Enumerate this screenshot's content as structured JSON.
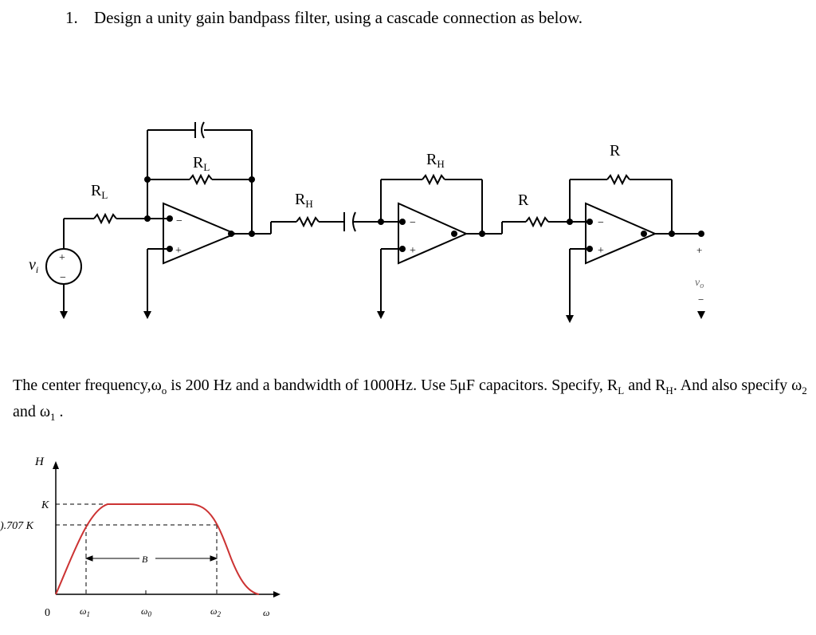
{
  "question": {
    "number": "1.",
    "text": "Design a unity gain bandpass filter, using a cascade connection as below."
  },
  "circuit": {
    "labels": {
      "rl_input": "R",
      "rl_input_sub": "L",
      "rl_feedback": "R",
      "rl_feedback_sub": "L",
      "rh_input": "R",
      "rh_input_sub": "H",
      "rh_feedback": "R",
      "rh_feedback_sub": "H",
      "r_input": "R",
      "r_feedback": "R",
      "vi": "v",
      "vi_sub": "i",
      "vo": "v",
      "vo_sub": "o",
      "plus": "+",
      "minus": "−"
    }
  },
  "description": {
    "part1": "The center frequency,ω",
    "sub_o": "o",
    "part2": " is 200 Hz and a bandwidth of 1000Hz. Use 5μF capacitors. Specify, R",
    "sub_l": "L",
    "part3": " and R",
    "sub_h": "H",
    "part4": ". And also specify ω",
    "sub_2": "2",
    "part5": " and ω",
    "sub_1": "1",
    "part6": " ."
  },
  "response_graph": {
    "y_axis_label": "H",
    "y_tick_k": "K",
    "y_tick_707": ").707 K",
    "origin": "0",
    "x_w1": "ω",
    "x_w1_sub": "1",
    "x_w0": "ω",
    "x_w0_sub": "0",
    "x_w2": "ω",
    "x_w2_sub": "2",
    "x_axis_label": "ω",
    "bandwidth_label": "B",
    "curve_color": "#cc3333"
  }
}
